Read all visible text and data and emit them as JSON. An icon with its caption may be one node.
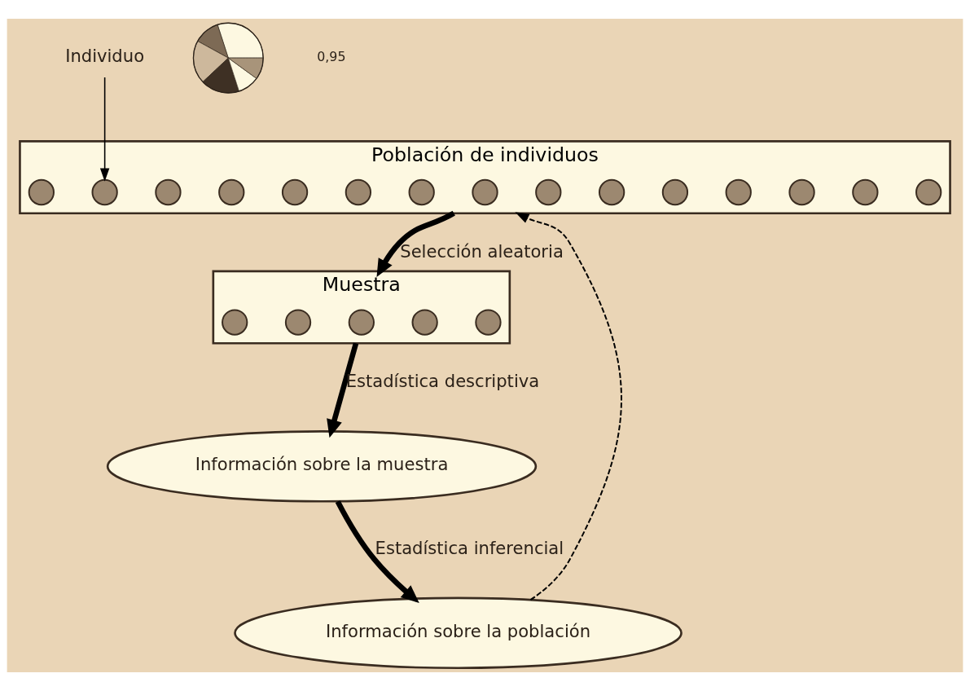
{
  "diagram": {
    "nodes": [
      {
        "text": [
          "Población de individuos"
        ]
      },
      {
        "text": [],
        "shape": "circle",
        "in": 0
      },
      {
        "text": [],
        "shape": "circle",
        "in": 0
      },
      {
        "text": [],
        "shape": "circle",
        "in": 0
      },
      {
        "text": [],
        "shape": "circle",
        "in": 0
      },
      {
        "text": [],
        "shape": "circle",
        "in": 0
      },
      {
        "text": [],
        "shape": "circle",
        "in": 0
      },
      {
        "text": [],
        "shape": "circle",
        "in": 0
      },
      {
        "text": [],
        "shape": "circle",
        "in": 0
      },
      {
        "text": [],
        "shape": "circle",
        "in": 0
      },
      {
        "text": [],
        "shape": "circle",
        "in": 0
      },
      {
        "text": [],
        "shape": "circle",
        "in": 0
      },
      {
        "text": [],
        "shape": "circle",
        "in": 0
      },
      {
        "text": [],
        "shape": "circle",
        "in": 0
      },
      {
        "text": [],
        "shape": "circle",
        "in": 0
      },
      {
        "text": [],
        "shape": "circle",
        "in": 0
      },
      {
        "text": [
          "Muestra"
        ]
      },
      {
        "text": [],
        "shape": "circle",
        "in": 16
      },
      {
        "text": [],
        "shape": "circle",
        "in": 16
      },
      {
        "text": [],
        "shape": "circle",
        "in": 16
      },
      {
        "text": [],
        "shape": "circle",
        "in": 16
      },
      {
        "text": [],
        "shape": "circle",
        "in": 16
      },
      {
        "text": [
          "Individuo"
        ]
      },
      {
        "text": [
          "Información sobre la muestra"
        ]
      },
      {
        "text": [
          "Información sobre la población"
        ]
      },
      {
        "text": [],
        "shape": "pie"
      }
    ],
    "edges": [
      {
        "from": 0,
        "to": 16,
        "arrow": "to",
        "label": "Selección aleatoria"
      },
      {
        "from": 16,
        "to": 23,
        "arrow": "to",
        "label": "Estadística descriptiva"
      },
      {
        "from": 23,
        "to": 24,
        "arrow": "to",
        "label": "Estadística inferencial"
      },
      {
        "from": 24,
        "to": 0,
        "arrow": "to",
        "style": "dashed"
      },
      {
        "from": 22,
        "to": 14,
        "arrow": "to"
      }
    ],
    "labels": [
      "0,95"
    ]
  }
}
